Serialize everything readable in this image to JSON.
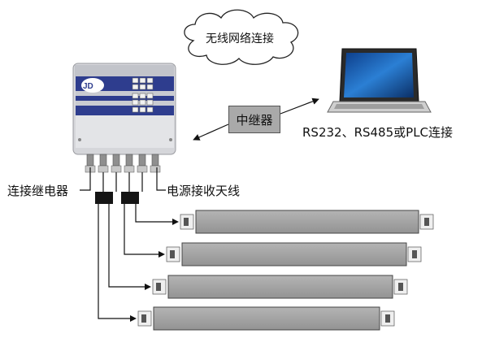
{
  "labels": {
    "cloud": "无线网络连接",
    "relay": "中继器",
    "connection": "RS232、RS485或PLC连接",
    "left_port": "连接继电器",
    "right_port": "电源接收天线",
    "logo": "JD"
  },
  "colors": {
    "panel_blue": "#2e3d8e",
    "panel_grey": "#c9cbd1",
    "rod": "#a3a3a3",
    "relay_box": "#a9a9a9",
    "laptop_screen": "#1b5fb0"
  },
  "icons": [
    "cloud-icon",
    "controller-box-icon",
    "laptop-icon",
    "connector-icon"
  ],
  "rods": [
    {
      "name": "rod-1"
    },
    {
      "name": "rod-2"
    },
    {
      "name": "rod-3"
    },
    {
      "name": "rod-4"
    }
  ]
}
